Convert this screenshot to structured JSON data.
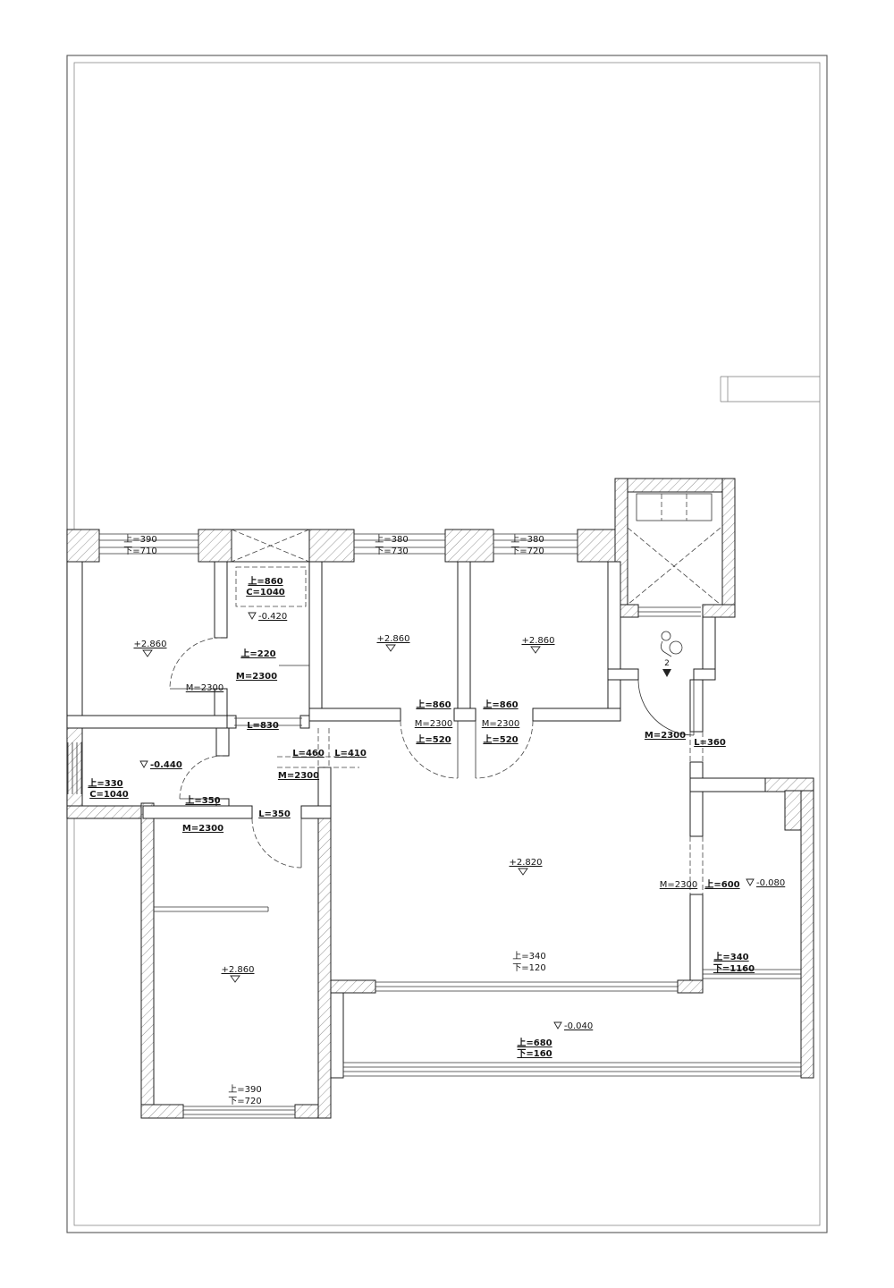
{
  "drawing": {
    "type": "residential floor plan",
    "colors": {
      "line": "#1f1f1f",
      "hatch": "#777777",
      "background": "#ffffff"
    },
    "labels": {
      "win_tl_1": "上=390",
      "win_tl_2": "下=710",
      "win_tm_1": "上=380",
      "win_tm_2": "下=730",
      "win_tr_1": "上=380",
      "win_tr_2": "下=720",
      "closet_1": "上=860",
      "closet_2": "C=1040",
      "lvl_corridor": "-0.420",
      "lvl_bed1": "+2.860",
      "sill_220": "上=220",
      "m2300_corridor": "M=2300",
      "m2300_bed1": "M=2300",
      "lvl_bed2": "+2.860",
      "lvl_bed3": "+2.860",
      "bed2_sill": "上=860",
      "bed2_height": "M=2300",
      "bed2_low": "上=520",
      "bed3_sill": "上=860",
      "bed3_height": "M=2300",
      "bed3_low": "上=520",
      "l830": "L=830",
      "m2300_entry": "M=2300",
      "l360": "L=360",
      "l460": "L=460",
      "l410": "L=410",
      "m2300_hall": "M=2300",
      "lvl_bath": "-0.440",
      "bathwin_1": "上=330",
      "bathwin_2": "C=1040",
      "sill_350": "上=350",
      "l350": "L=350",
      "m2300_bed4": "M=2300",
      "lvl_living": "+2.820",
      "m2300_dining": "M=2300",
      "sill_600": "上=600",
      "lvl_dining": "-0.080",
      "balcony_door_1": "上=340",
      "balcony_door_2": "下=120",
      "dining_pass_1": "上=340",
      "dining_pass_2": "下=1160",
      "lvl_bed4": "+2.860",
      "lvl_balcony": "-0.040",
      "balcony_win_1": "上=680",
      "balcony_win_2": "下=160",
      "win_bl_1": "上=390",
      "win_bl_2": "下=720",
      "entry_mark": "2"
    }
  }
}
